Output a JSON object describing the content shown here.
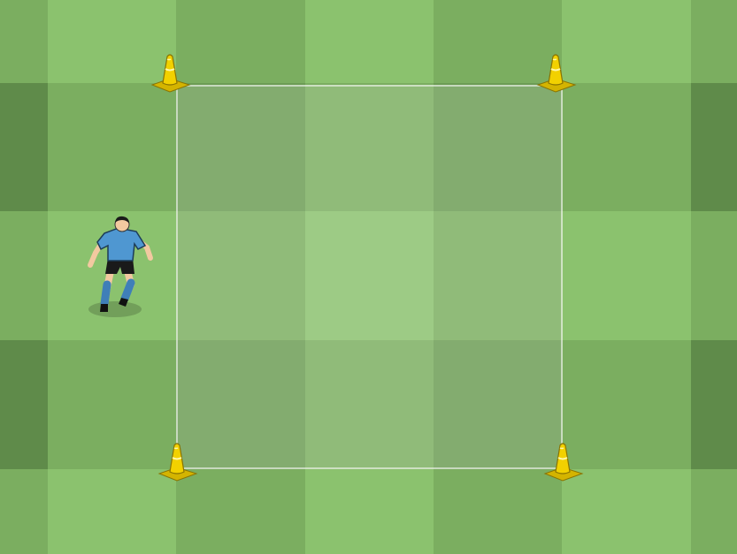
{
  "pitch": {
    "columns": 6,
    "rows": 5,
    "colors": {
      "light": "#8BC26E",
      "mid": "#7BAE60",
      "dark": "#6C9C54",
      "darkest": "#5F8B4A",
      "training_area_fill": "rgba(255,255,255,0.16)",
      "training_area_border": "#FFFFFF"
    }
  },
  "cones": {
    "color": "#F2D100",
    "count": 4,
    "positions": [
      "top-left",
      "top-right",
      "bottom-left",
      "bottom-right"
    ]
  },
  "player": {
    "shirt_color": "#4F97D1",
    "shorts_color": "#1A1A1A",
    "socks_color": "#3F7FB8",
    "icon": "soccer-player-icon"
  }
}
